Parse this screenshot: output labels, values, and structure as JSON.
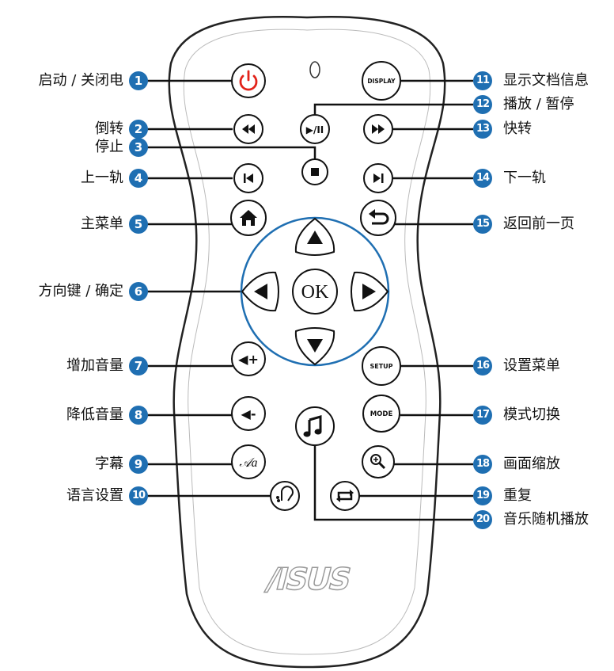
{
  "remote": {
    "brand": "/ISUS",
    "buttons": {
      "power_icon": "power-icon",
      "display": "DISPLAY",
      "rewind_icon": "rewind-icon",
      "play_pause": "▶/II",
      "fast_forward_icon": "fast-forward-icon",
      "stop_icon": "stop-icon",
      "prev_icon": "previous-track-icon",
      "next_icon": "next-track-icon",
      "home_icon": "home-icon",
      "back_icon": "back-icon",
      "ok": "OK",
      "vol_up": "◀+",
      "vol_down": "◀-",
      "setup": "SETUP",
      "mode": "MODE",
      "music_icon": "music-note-icon",
      "subtitle": "𝒜a",
      "zoom_icon": "zoom-icon",
      "repeat_icon": "repeat-icon",
      "language_icon": "audio-language-icon"
    }
  },
  "callouts": [
    {
      "n": "1",
      "label": "启动 / 关闭电"
    },
    {
      "n": "2",
      "label": "倒转"
    },
    {
      "n": "3",
      "label": "停止"
    },
    {
      "n": "4",
      "label": "上一轨"
    },
    {
      "n": "5",
      "label": "主菜单"
    },
    {
      "n": "6",
      "label": "方向键 / 确定"
    },
    {
      "n": "7",
      "label": "增加音量"
    },
    {
      "n": "8",
      "label": "降低音量"
    },
    {
      "n": "9",
      "label": "字幕"
    },
    {
      "n": "10",
      "label": "语言设置"
    },
    {
      "n": "11",
      "label": "显示文档信息"
    },
    {
      "n": "12",
      "label": "播放 / 暂停"
    },
    {
      "n": "13",
      "label": "快转"
    },
    {
      "n": "14",
      "label": "下一轨"
    },
    {
      "n": "15",
      "label": "返回前一页"
    },
    {
      "n": "16",
      "label": "设置菜单"
    },
    {
      "n": "17",
      "label": "模式切换"
    },
    {
      "n": "18",
      "label": "画面缩放"
    },
    {
      "n": "19",
      "label": "重复"
    },
    {
      "n": "20",
      "label": "音乐随机播放"
    }
  ],
  "colors": {
    "callout": "#1f6fb2",
    "power": "#e2231a",
    "outline": "#222222"
  }
}
